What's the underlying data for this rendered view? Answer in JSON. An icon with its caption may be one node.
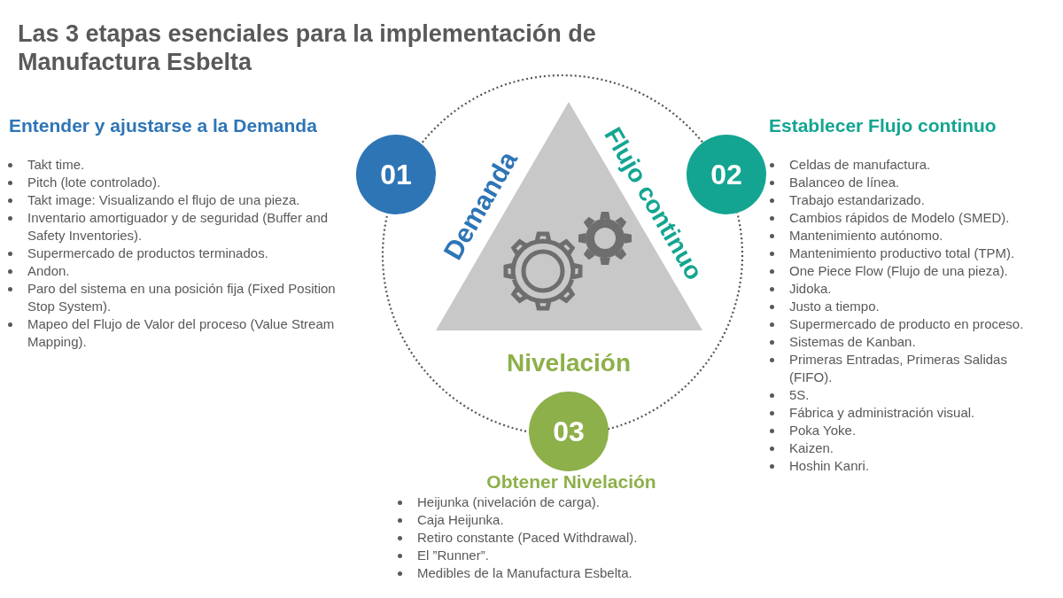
{
  "diagram": {
    "title": "Las 3 etapas esenciales para la implementación de Manufactura Esbelta",
    "nodes": [
      {
        "text": [
          "01"
        ],
        "beside": [
          "Entender y ajustarse a la Demanda",
          "Takt time.",
          "Pitch (lote controlado).",
          "Takt image: Visualizando el flujo de una pieza.",
          "Inventario amortiguador y de seguridad (Buffer and Safety Inventories).",
          "Supermercado de productos terminados.",
          "Andon.",
          "Paro del sistema en una posición fija (Fixed Position Stop System).",
          "Mapeo del Flujo de Valor del proceso (Value Stream Mapping)."
        ]
      },
      {
        "text": [
          "02"
        ],
        "beside": [
          "Establecer Flujo continuo",
          "Celdas de manufactura.",
          "Balanceo de línea.",
          "Trabajo estandarizado.",
          "Cambios rápidos de Modelo (SMED).",
          "Mantenimiento autónomo.",
          "Mantenimiento productivo total (TPM).",
          "One Piece Flow (Flujo de una pieza).",
          "Jidoka.",
          "Justo a tiempo.",
          "Supermercado de producto en proceso.",
          "Sistemas de Kanban.",
          "Primeras Entradas, Primeras Salidas (FIFO).",
          "5S.",
          "Fábrica y administración visual.",
          "Poka Yoke.",
          "Kaizen.",
          "Hoshin Kanri."
        ]
      },
      {
        "text": [
          "03"
        ],
        "beside": [
          "Obtener Nivelación",
          "Heijunka (nivelación de carga).",
          "Caja Heijunka.",
          "Retiro constante (Paced Withdrawal).",
          "El ”Runner”.",
          "Medibles de la Manufactura Esbelta."
        ]
      }
    ],
    "labels": [
      "Demanda",
      "Flujo continuo",
      "Nivelación"
    ]
  }
}
